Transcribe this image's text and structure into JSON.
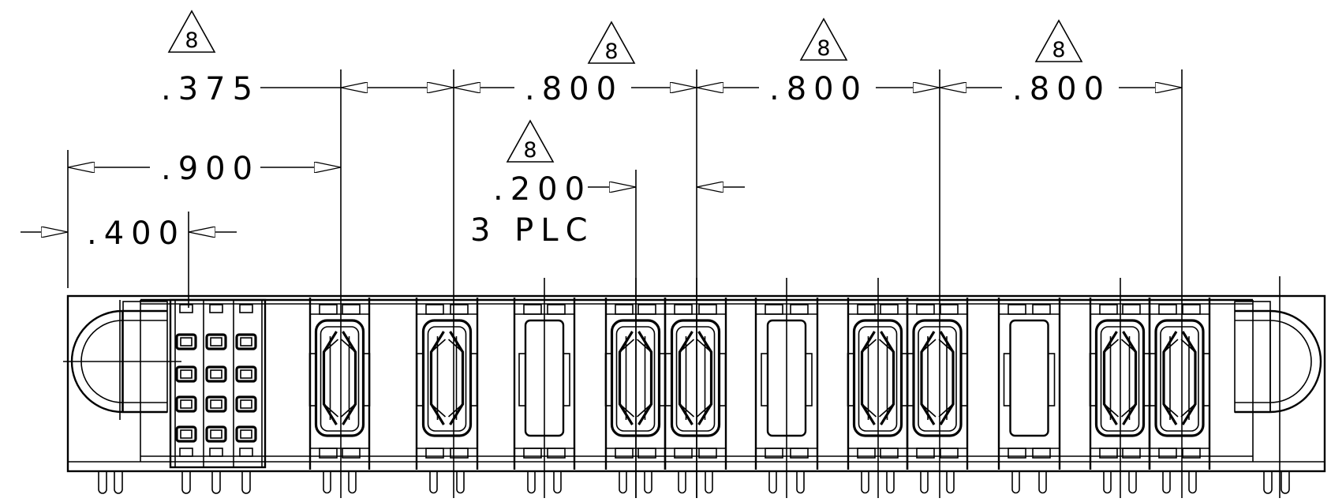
{
  "dimensions": {
    "d375": ".375",
    "d800a": ".800",
    "d800b": ".800",
    "d800c": ".800",
    "d900": ".900",
    "d200": ".200",
    "d200_qty": "3 PLC",
    "d400": ".400"
  },
  "flag_note": "8",
  "colors": {
    "line": "#000000",
    "background": "#ffffff"
  }
}
